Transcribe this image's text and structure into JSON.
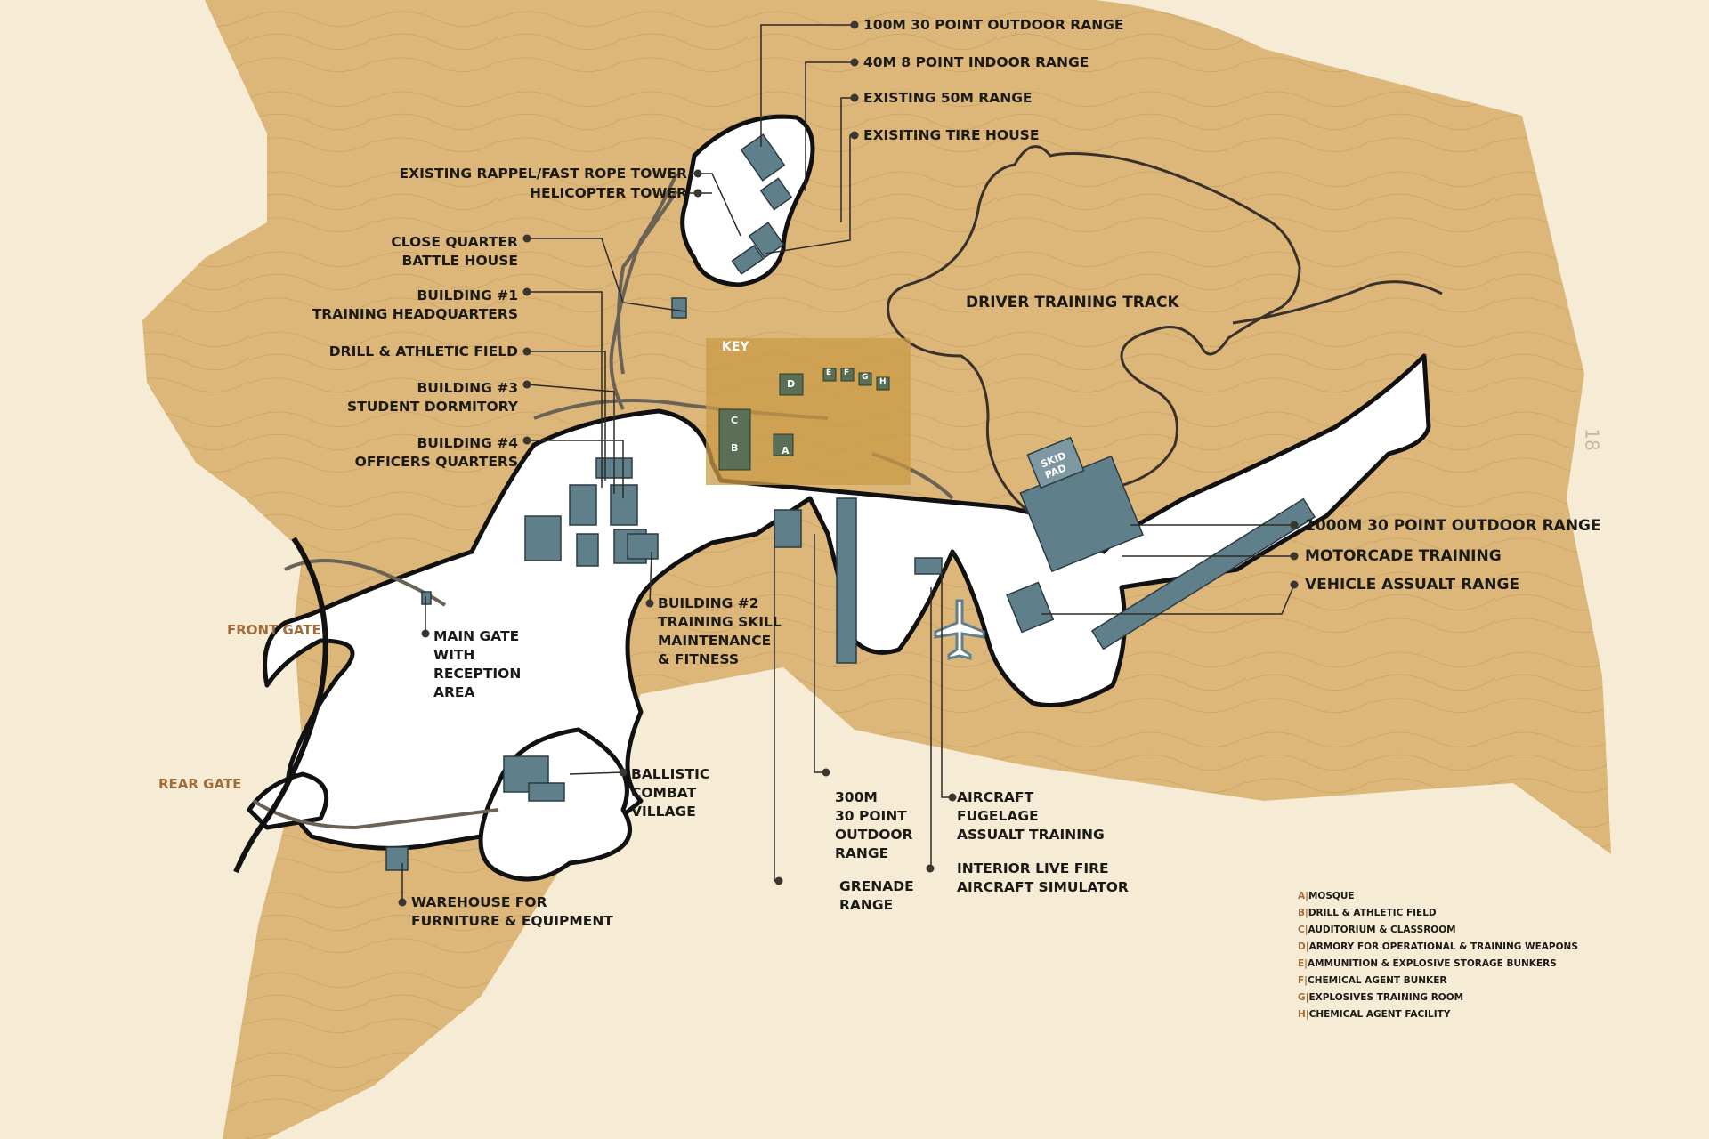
{
  "colors": {
    "terrain": "#dcb779",
    "terrain_dark": "#c9a465",
    "background": "#f6ecd6",
    "building": "#5f7f8b",
    "key_box": "#c99a47",
    "key_building": "#5a6f55",
    "gate_label": "#a06d3a"
  },
  "labels": {
    "range100": "100M 30 POINT OUTDOOR RANGE",
    "range40": "40M 8 POINT INDOOR RANGE",
    "range50": "EXISTING 50M RANGE",
    "tirehouse": "EXISITING TIRE HOUSE",
    "rappel": "EXISTING RAPPEL/FAST ROPE TOWER",
    "helicopter": "HELICOPTER TOWER",
    "cqb1": "CLOSE QUARTER",
    "cqb2": "BATTLE HOUSE",
    "b1a": "BUILDING #1",
    "b1b": "TRAINING HEADQUARTERS",
    "drill": "DRILL & ATHLETIC FIELD",
    "b3a": "BUILDING #3",
    "b3b": "STUDENT DORMITORY",
    "b4a": "BUILDING #4",
    "b4b": "OFFICERS QUARTERS",
    "b2a": "BUILDING #2",
    "b2b": "TRAINING SKILL",
    "b2c": "MAINTENANCE",
    "b2d": "& FITNESS",
    "maingate1": "MAIN GATE",
    "maingate2": "WITH",
    "maingate3": "RECEPTION",
    "maingate4": "AREA",
    "ballistic1": "BALLISTIC",
    "ballistic2": "COMBAT",
    "ballistic3": "VILLAGE",
    "warehouse1": "WAREHOUSE FOR",
    "warehouse2": "FURNITURE & EQUIPMENT",
    "range300a": "300M",
    "range300b": "30 POINT",
    "range300c": "OUTDOOR",
    "range300d": "RANGE",
    "grenade1": "GRENADE",
    "grenade2": "RANGE",
    "aircraft1": "AIRCRAFT",
    "aircraft2": "FUGELAGE",
    "aircraft3": "ASSUALT TRAINING",
    "interior1": "INTERIOR LIVE FIRE",
    "interior2": "AIRCRAFT SIMULATOR",
    "driver": "DRIVER TRAINING TRACK",
    "range1000": "1000M 30 POINT OUTDOOR RANGE",
    "motorcade": "MOTORCADE TRAINING",
    "vehicle": "VEHICLE ASSUALT RANGE",
    "front_gate": "FRONT GATE",
    "rear_gate": "REAR GATE",
    "key": "KEY",
    "skid1": "SKID",
    "skid2": "PAD",
    "contour_mark": "18"
  },
  "key_letters": [
    "A",
    "B",
    "C",
    "D",
    "E",
    "F",
    "G",
    "H"
  ],
  "legend": [
    {
      "key": "A|",
      "text": "MOSQUE"
    },
    {
      "key": "B|",
      "text": "DRILL & ATHLETIC FIELD"
    },
    {
      "key": "C|",
      "text": "AUDITORIUM & CLASSROOM"
    },
    {
      "key": "D|",
      "text": "ARMORY FOR OPERATIONAL & TRAINING WEAPONS"
    },
    {
      "key": "E|",
      "text": "AMMUNITION & EXPLOSIVE STORAGE BUNKERS"
    },
    {
      "key": "F|",
      "text": "CHEMICAL AGENT BUNKER"
    },
    {
      "key": "G|",
      "text": "EXPLOSIVES TRAINING ROOM"
    },
    {
      "key": "H|",
      "text": "CHEMICAL AGENT FACILITY"
    }
  ]
}
